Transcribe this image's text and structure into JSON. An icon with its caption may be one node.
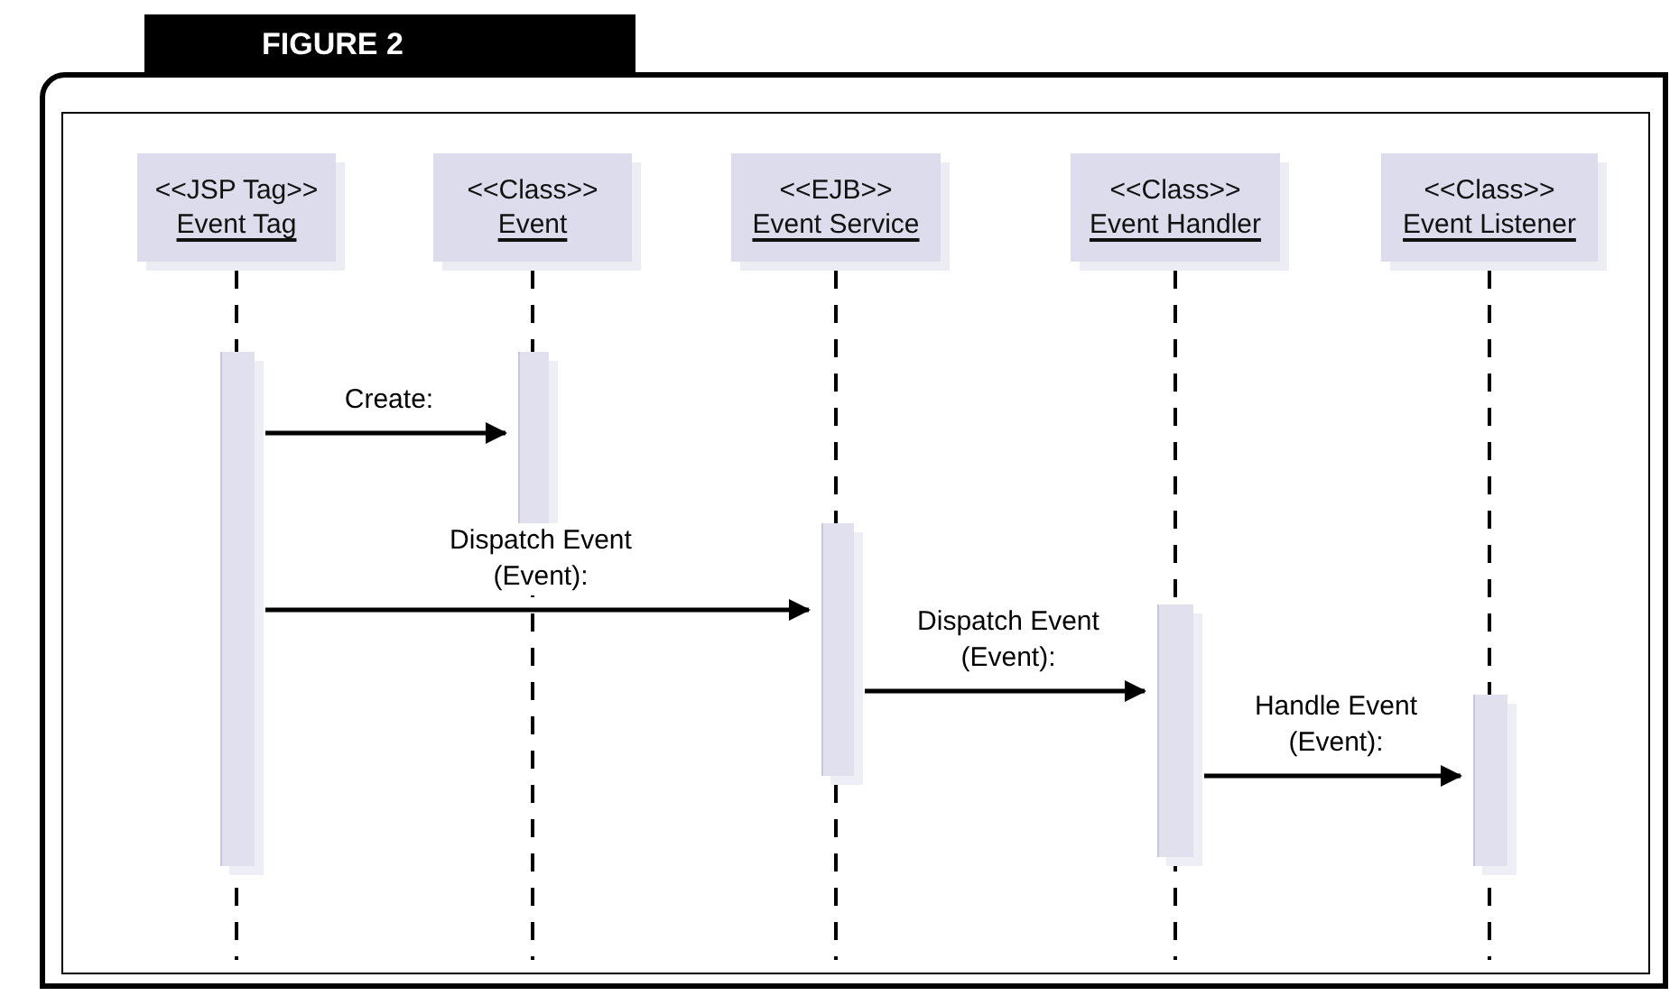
{
  "diagram": {
    "title": "FIGURE 2",
    "nodes": [
      {
        "text": [
          "<<JSP Tag>>",
          "Event Tag"
        ]
      },
      {
        "text": [
          "<<Class>>",
          "Event"
        ]
      },
      {
        "text": [
          "<<EJB>>",
          "Event Service"
        ]
      },
      {
        "text": [
          "<<Class>>",
          "Event Handler"
        ]
      },
      {
        "text": [
          "<<Class>>",
          "Event Listener"
        ]
      },
      {
        "text": [],
        "shape": "bar"
      },
      {
        "text": [],
        "shape": "bar"
      },
      {
        "text": [],
        "shape": "bar"
      },
      {
        "text": [],
        "shape": "bar"
      },
      {
        "text": [],
        "shape": "bar"
      }
    ],
    "edges": [
      {
        "from": 5,
        "to": 6,
        "arrow": "to",
        "label": "Create:"
      },
      {
        "from": 5,
        "to": 7,
        "arrow": "to",
        "label": "Dispatch Event (Event):"
      },
      {
        "from": 7,
        "to": 8,
        "arrow": "to",
        "label": "Dispatch Event (Event):"
      },
      {
        "from": 8,
        "to": 9,
        "arrow": "to",
        "label": "Handle Event (Event):"
      }
    ]
  }
}
